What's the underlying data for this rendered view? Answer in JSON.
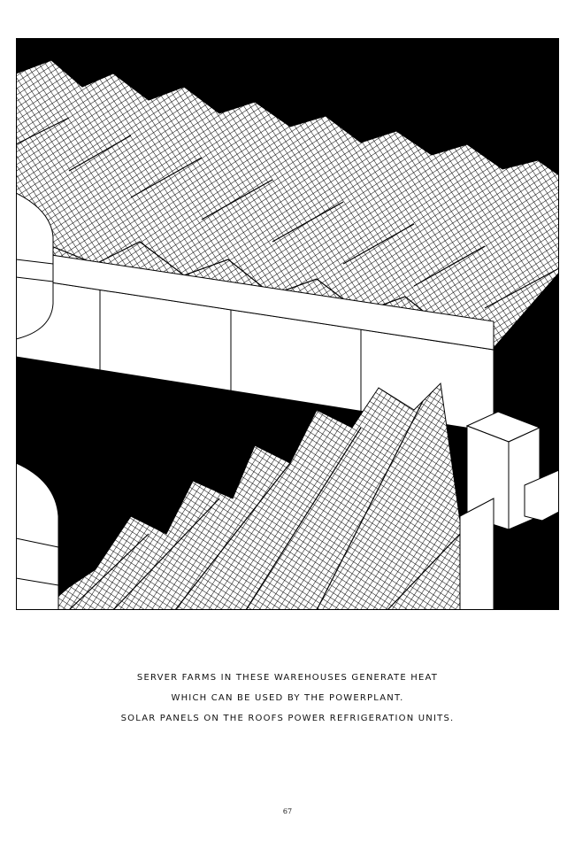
{
  "caption": {
    "lines": [
      "SERVER FARMS IN THESE WAREHOUSES GENERATE HEAT",
      "WHICH CAN BE USED BY THE POWERPLANT.",
      "SOLAR PANELS ON THE ROOFS POWER REFRIGERATION UNITS."
    ]
  },
  "page_number": "67",
  "colors": {
    "ink": "#000000",
    "paper": "#ffffff"
  }
}
